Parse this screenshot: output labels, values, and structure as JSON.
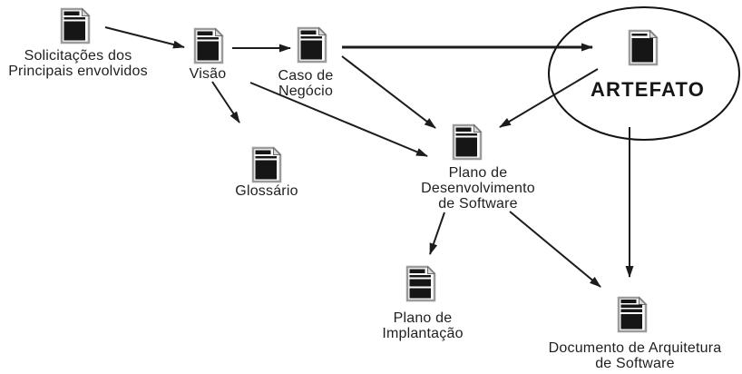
{
  "diagram": {
    "background": "#ffffff",
    "line_color": "#1c1c1c",
    "icon_fill": "#161616",
    "icon_border": "#9b9b9b"
  },
  "nodes": {
    "solicitacoes": {
      "label": "Solicitações dos\nPrincipais envolvidos",
      "icon": "document-icon"
    },
    "visao": {
      "label": "Visão",
      "icon": "document-icon"
    },
    "caso_negocio": {
      "label": "Caso de\nNegócio",
      "icon": "document-icon"
    },
    "artefato": {
      "label": "ARTEFATO",
      "icon": "document-icon"
    },
    "glossario": {
      "label": "Glossário",
      "icon": "document-icon"
    },
    "plano_desenvolvimento": {
      "label": "Plano de\nDesenvolvimento\nde Software",
      "icon": "document-icon"
    },
    "plano_implantacao": {
      "label": "Plano de\nImplantação",
      "icon": "document-icon-split"
    },
    "documento_arquitetura": {
      "label": "Documento de Arquitetura\nde Software",
      "icon": "document-icon-lined"
    }
  },
  "edges": [
    {
      "from": "solicitacoes",
      "to": "visao"
    },
    {
      "from": "visao",
      "to": "caso_negocio"
    },
    {
      "from": "caso_negocio",
      "to": "artefato"
    },
    {
      "from": "visao",
      "to": "glossario"
    },
    {
      "from": "visao",
      "to": "plano_desenvolvimento"
    },
    {
      "from": "caso_negocio",
      "to": "plano_desenvolvimento"
    },
    {
      "from": "artefato",
      "to": "plano_desenvolvimento"
    },
    {
      "from": "plano_desenvolvimento",
      "to": "plano_implantacao"
    },
    {
      "from": "plano_desenvolvimento",
      "to": "documento_arquitetura"
    },
    {
      "from": "artefato",
      "to": "documento_arquitetura"
    }
  ]
}
